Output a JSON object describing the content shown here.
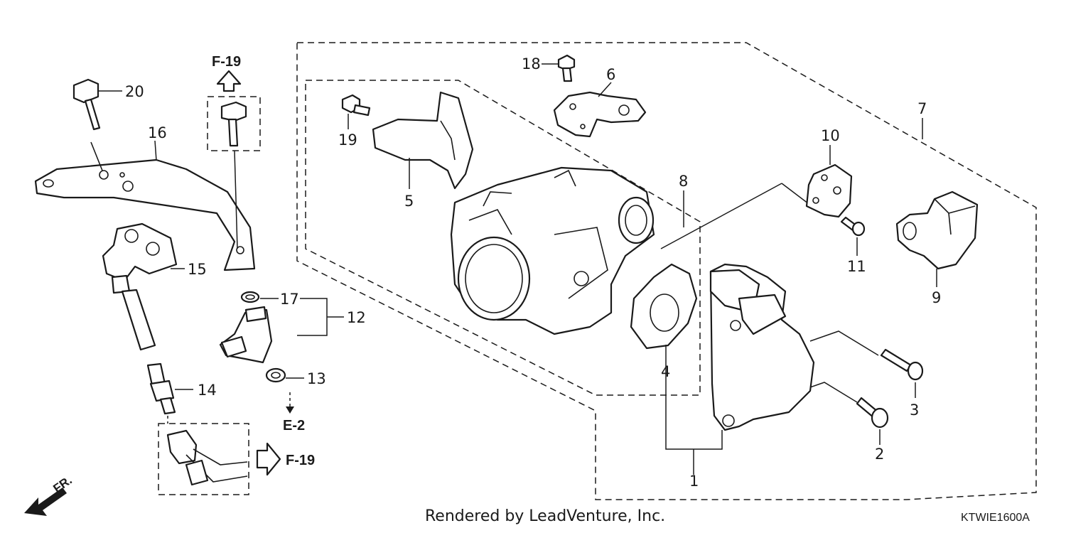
{
  "callouts": {
    "n1": "1",
    "n2": "2",
    "n3": "3",
    "n4": "4",
    "n5": "5",
    "n6": "6",
    "n7": "7",
    "n8": "8",
    "n9": "9",
    "n10": "10",
    "n11": "11",
    "n12": "12",
    "n13": "13",
    "n14": "14",
    "n15": "15",
    "n16": "16",
    "n17": "17",
    "n18": "18",
    "n19": "19",
    "n20": "20"
  },
  "refs": {
    "f19_top": "F-19",
    "f19_bottom": "F-19",
    "e2": "E-2"
  },
  "direction": "FR.",
  "footer": {
    "credit": "Rendered by LeadVenture, Inc.",
    "code": "KTWIE1600A"
  }
}
